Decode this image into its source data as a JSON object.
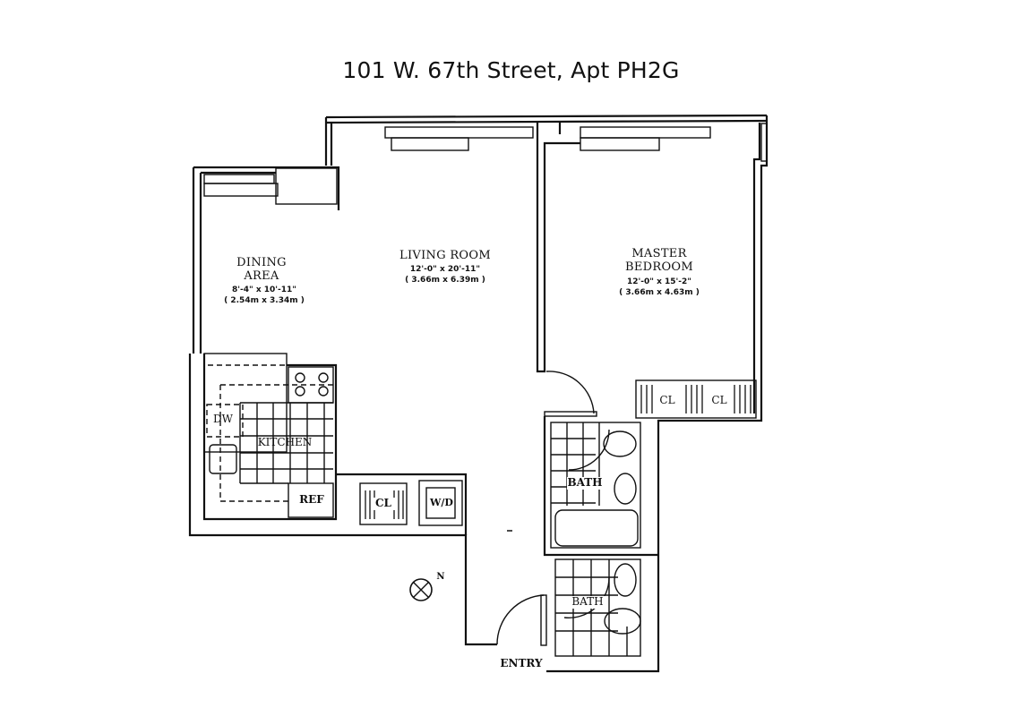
{
  "title": "101 W. 67th Street, Apt PH2G",
  "rooms": {
    "dining": {
      "name_line1": "DINING",
      "name_line2": "AREA",
      "dim_imperial": "8'-4\" x 10'-11\"",
      "dim_metric": "( 2.54m x 3.34m )"
    },
    "living": {
      "name": "LIVING ROOM",
      "dim_imperial": "12'-0\" x 20'-11\"",
      "dim_metric": "( 3.66m x 6.39m )"
    },
    "bedroom": {
      "name_line1": "MASTER",
      "name_line2": "BEDROOM",
      "dim_imperial": "12'-0\" x 15'-2\"",
      "dim_metric": "( 3.66m x 4.63m )"
    },
    "kitchen": {
      "name": "KITCHEN",
      "dw": "DW",
      "ref": "REF"
    },
    "hall_closet": "CL",
    "washer_dryer": "W/D",
    "bedroom_closets": [
      "CL",
      "CL"
    ],
    "bath1": "BATH",
    "bath2": "BATH",
    "entry": "ENTRY"
  },
  "compass": {
    "label": "N",
    "icon": "north-compass-icon"
  }
}
